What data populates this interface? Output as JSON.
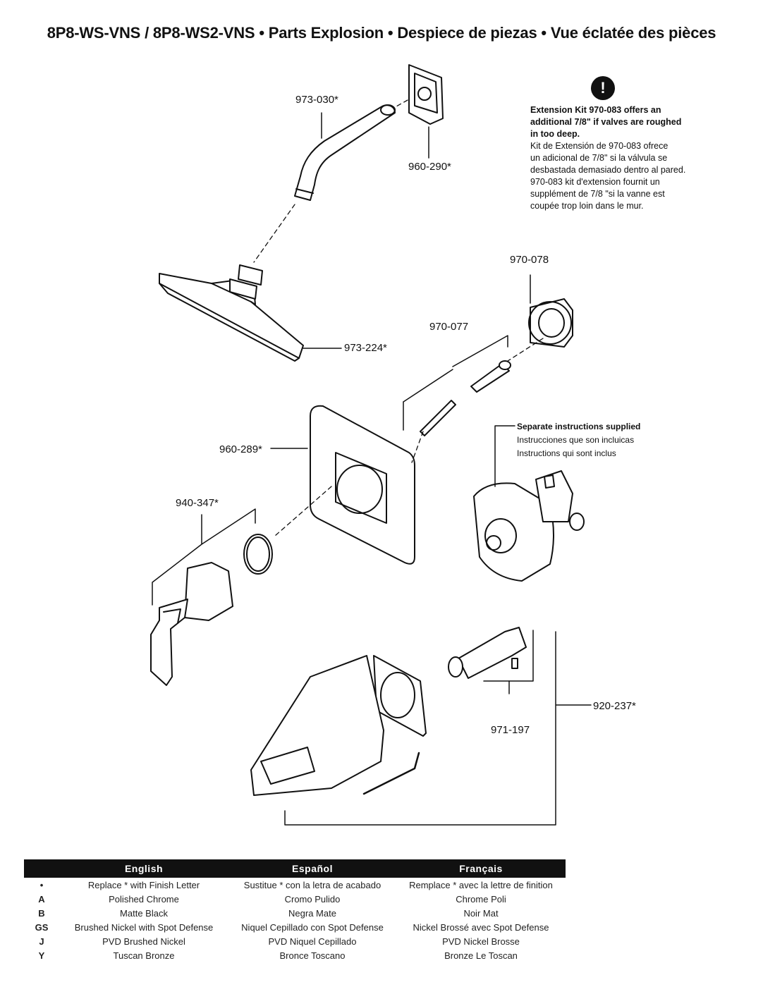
{
  "title": "8P8-WS-VNS / 8P8-WS2-VNS • Parts Explosion • Despiece de piezas • Vue éclatée des pièces",
  "callouts": {
    "shower_arm": "973-030*",
    "flange": "960-290*",
    "shower_head": "973-224*",
    "adapter": "970-078",
    "screws": "970-077",
    "escutcheon": "960-289*",
    "handle": "940-347*",
    "cartridge": "971-197",
    "spout": "920-237*"
  },
  "extension_note": {
    "icon": "!",
    "english": [
      "Extension Kit 970-083 offers an",
      "additional 7/8\" if valves are roughed",
      "in too deep."
    ],
    "spanish": [
      "Kit de Extensión de 970-083 ofrece",
      "un adicional de 7/8\" si la válvula se",
      "desbastada demasiado dentro al pared."
    ],
    "french": [
      "970-083 kit d'extension fournit un",
      "supplément de 7/8 \"si la vanne est",
      "coupée trop loin dans le mur."
    ]
  },
  "separate_instructions": {
    "english": "Separate instructions supplied",
    "spanish": "Instrucciones que son incluicas",
    "french": "Instructions qui sont inclus"
  },
  "finish_table": {
    "headers": [
      "English",
      "Español",
      "Français"
    ],
    "rows": [
      {
        "code": "•",
        "en": "Replace * with Finish Letter",
        "es": "Sustitue * con la letra de acabado",
        "fr": "Remplace * avec la lettre de finition"
      },
      {
        "code": "A",
        "en": "Polished Chrome",
        "es": "Cromo Pulido",
        "fr": "Chrome Poli"
      },
      {
        "code": "B",
        "en": "Matte Black",
        "es": "Negra Mate",
        "fr": "Noir Mat"
      },
      {
        "code": "GS",
        "en": "Brushed Nickel with Spot Defense",
        "es": "Niquel Cepillado con Spot Defense",
        "fr": "Nickel Brossé avec Spot Defense"
      },
      {
        "code": "J",
        "en": "PVD Brushed Nickel",
        "es": "PVD Niquel Cepillado",
        "fr": "PVD Nickel Brosse"
      },
      {
        "code": "Y",
        "en": "Tuscan Bronze",
        "es": "Bronce Toscano",
        "fr": "Bronze Le Toscan"
      }
    ]
  }
}
